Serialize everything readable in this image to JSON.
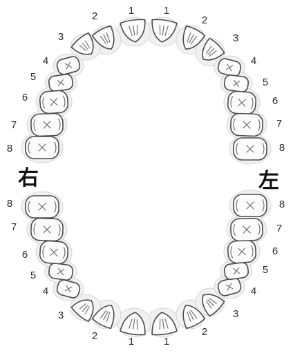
{
  "side_labels": {
    "right": "右",
    "left": "左"
  },
  "upper_arch": {
    "right": [
      "1",
      "2",
      "3",
      "4",
      "5",
      "6",
      "7",
      "8"
    ],
    "left": [
      "1",
      "2",
      "3",
      "4",
      "5",
      "6",
      "7",
      "8"
    ]
  },
  "lower_arch": {
    "right": [
      "1",
      "2",
      "3",
      "4",
      "5",
      "6",
      "7",
      "8"
    ],
    "left": [
      "1",
      "2",
      "3",
      "4",
      "5",
      "6",
      "7",
      "8"
    ]
  }
}
